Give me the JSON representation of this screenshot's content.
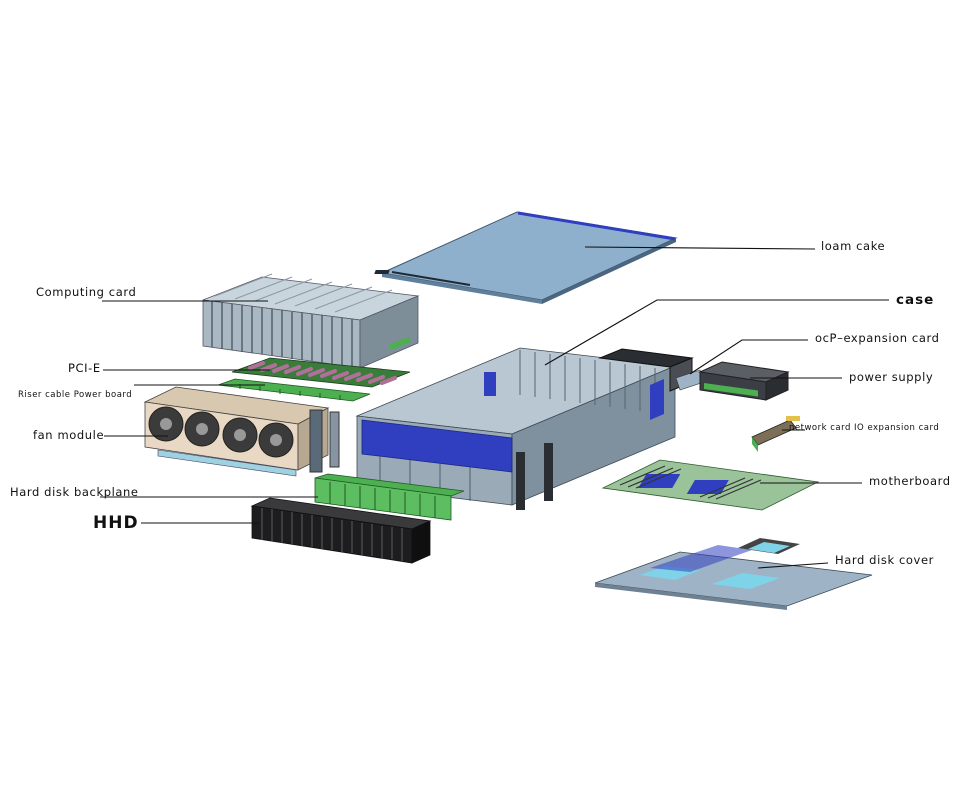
{
  "labels": {
    "foam_cake": "loam cake",
    "case": "case",
    "ocp_expansion_card": "ocP–expansion card",
    "power_supply": "power supply",
    "network_card": "network card IO expansion card",
    "motherboard": "motherboard",
    "hard_disk_cover": "Hard disk cover",
    "computing_card": "Computing card",
    "pcie": "PCI-E",
    "riser_cable": "Riser cable Power board",
    "fan_module": "fan module",
    "hard_disk_backplane": "Hard disk backplane",
    "hhd": "HHD"
  },
  "colors": {
    "accent_blue": "#2f3fbf",
    "panel_light": "#c9d9e6",
    "panel_mid": "#9fb3c6",
    "pcb_green": "#4caf50",
    "pcie_pink": "#b0709a",
    "fan_beige": "#e9d9c4",
    "hdd_dark": "#1d1d1f",
    "leader_line": "#111111"
  }
}
